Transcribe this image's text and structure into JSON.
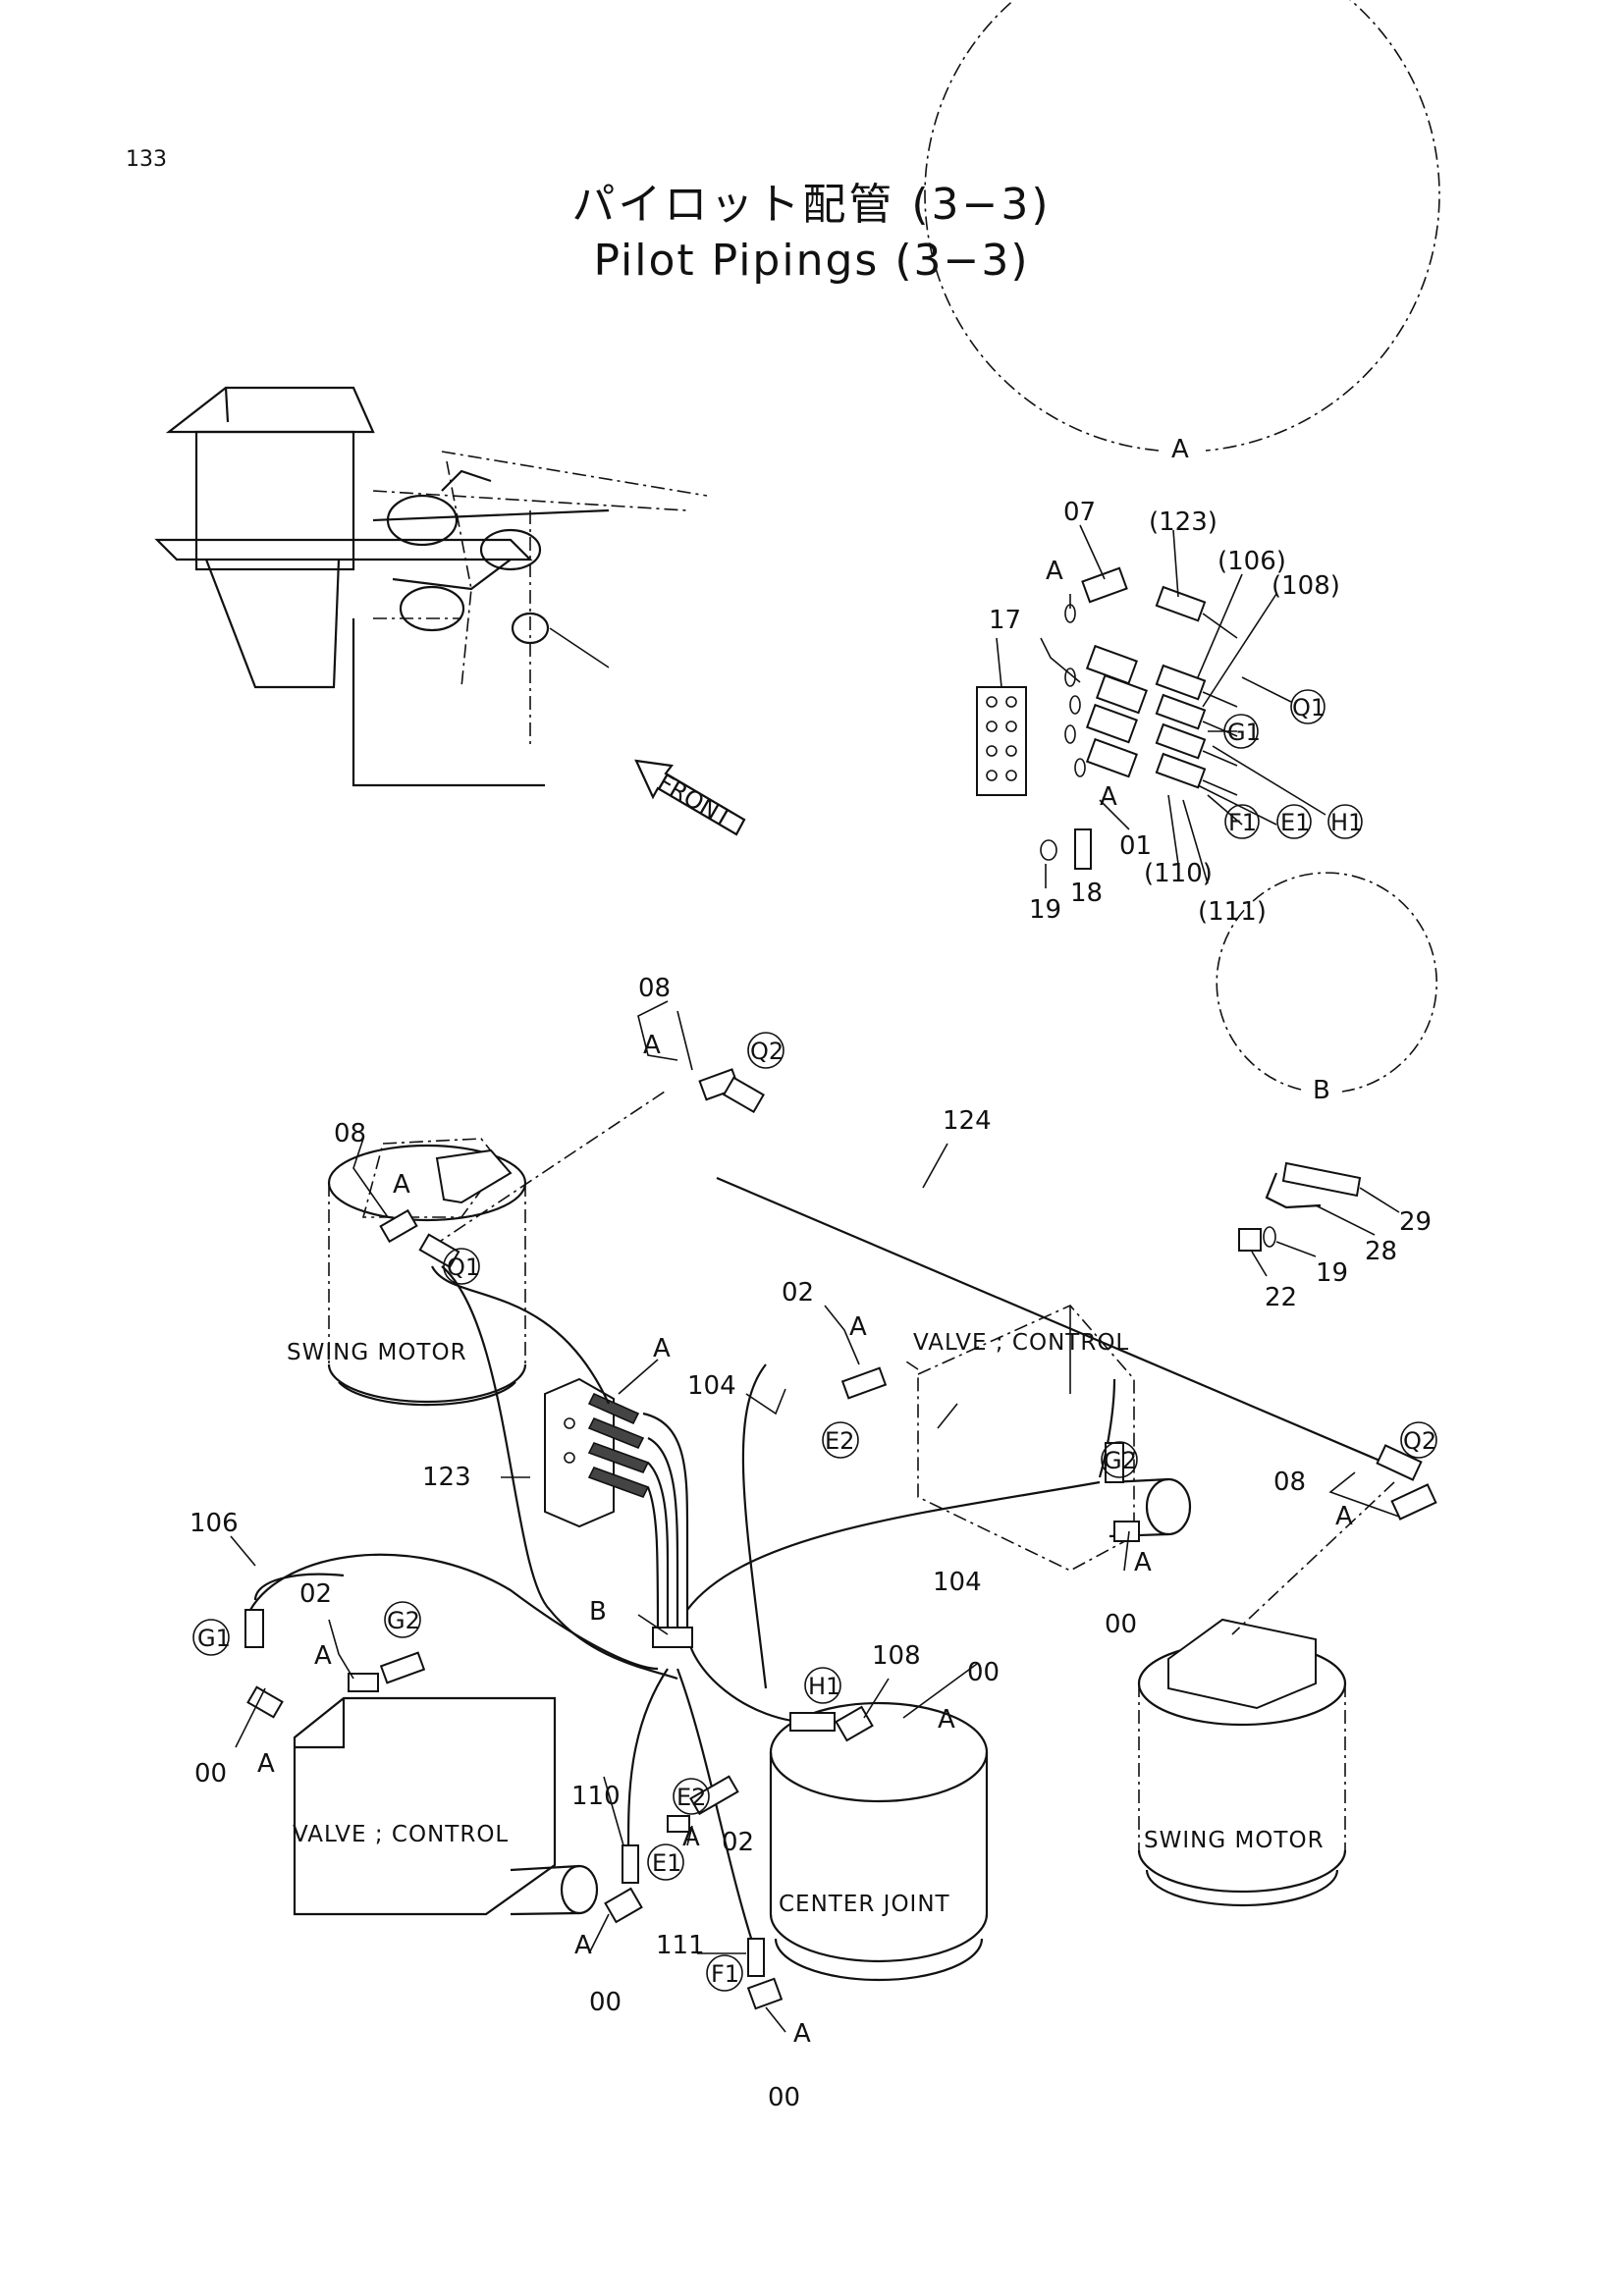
{
  "page_number": "133",
  "title_ja": "パイロット配管 (3−3)",
  "title_en": "Pilot Pipings (3−3)",
  "overview": {
    "front_label": "FRONT"
  },
  "detail_a": {
    "title": "A",
    "labels": [
      "07",
      "(123)",
      "(106)",
      "(108)",
      "A",
      "17",
      "Q1",
      "G1",
      "A",
      "01",
      "F1",
      "E1",
      "H1",
      "(110)",
      "(111)",
      "19",
      "18"
    ]
  },
  "detail_b": {
    "title": "B",
    "labels": [
      "29",
      "28",
      "19",
      "22"
    ]
  },
  "components": {
    "swing_motor_left": "SWING MOTOR",
    "swing_motor_right": "SWING MOTOR",
    "valve_control_upper": "VALVE ; CONTROL",
    "valve_control_lower": "VALVE ; CONTROL",
    "center_joint": "CENTER JOINT"
  },
  "callouts": {
    "c08_top": "08",
    "a_08_top": "A",
    "q2_top": "Q2",
    "c124": "124",
    "c08_left": "08",
    "a_08_left": "A",
    "q1_left": "Q1",
    "c02_upper": "02",
    "a_02_upper": "A",
    "e2_upper": "E2",
    "c104_upper": "104",
    "a_block": "A",
    "c123": "123",
    "g2_right": "G2",
    "c104_lower": "104",
    "a_g2": "A",
    "c00_g2": "00",
    "q2_right": "Q2",
    "c08_right": "08",
    "a_08_right": "A",
    "c106": "106",
    "g1_left": "G1",
    "c02_left": "02",
    "a_02_left": "A",
    "g2_left": "G2",
    "b_clamp": "B",
    "a_g1": "A",
    "c00_g1": "00",
    "h1_center": "H1",
    "c108": "108",
    "c00_h1": "00",
    "a_h1": "A",
    "c110": "110",
    "e2_lower": "E2",
    "e1_lower": "E1",
    "a_02_lower": "A",
    "c02_lower": "02",
    "a_e1": "A",
    "c00_e1": "00",
    "c111": "111",
    "f1_lower": "F1",
    "a_f1": "A",
    "c00_f1": "00"
  }
}
